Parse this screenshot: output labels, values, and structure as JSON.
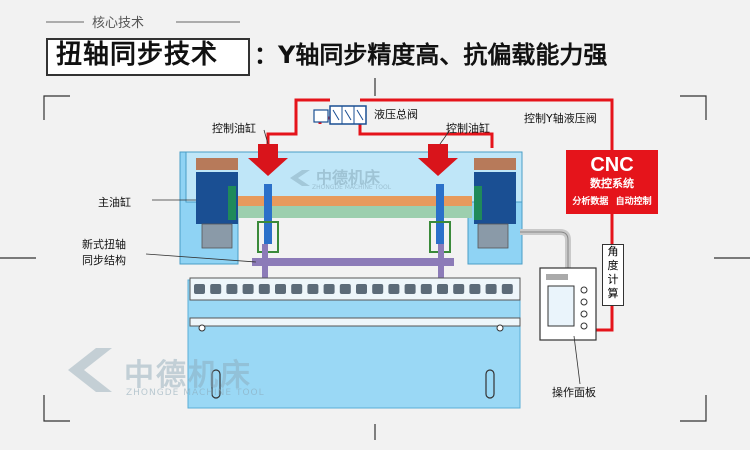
{
  "header": {
    "tag": "核心技术",
    "title_strong": "扭轴同步技术",
    "title_rest": "：Y轴同步精度高、抗偏载能力强"
  },
  "labels": {
    "hydraulic_valve": "液压总阀",
    "control_cyl_left": "控制油缸",
    "control_cyl_right": "控制油缸",
    "y_axis_valve": "控制Y轴液压阀",
    "main_cylinder": "主油缸",
    "torsion_sync_1": "新式扭轴",
    "torsion_sync_2": "同步结构",
    "operation_panel": "操作面板"
  },
  "cnc": {
    "title": "CNC",
    "subtitle": "数控系统",
    "item1": "分析数据",
    "item2": "自动控制"
  },
  "angle_calc": [
    "角",
    "度",
    "计",
    "算"
  ],
  "watermark": {
    "brand_cn": "中德机床",
    "brand_en": "ZHONGDE MACHINE TOOL"
  },
  "colors": {
    "accent_red": "#e5141b",
    "machine_blue": "#8fd3f4",
    "arrow_red": "#d9141b"
  }
}
